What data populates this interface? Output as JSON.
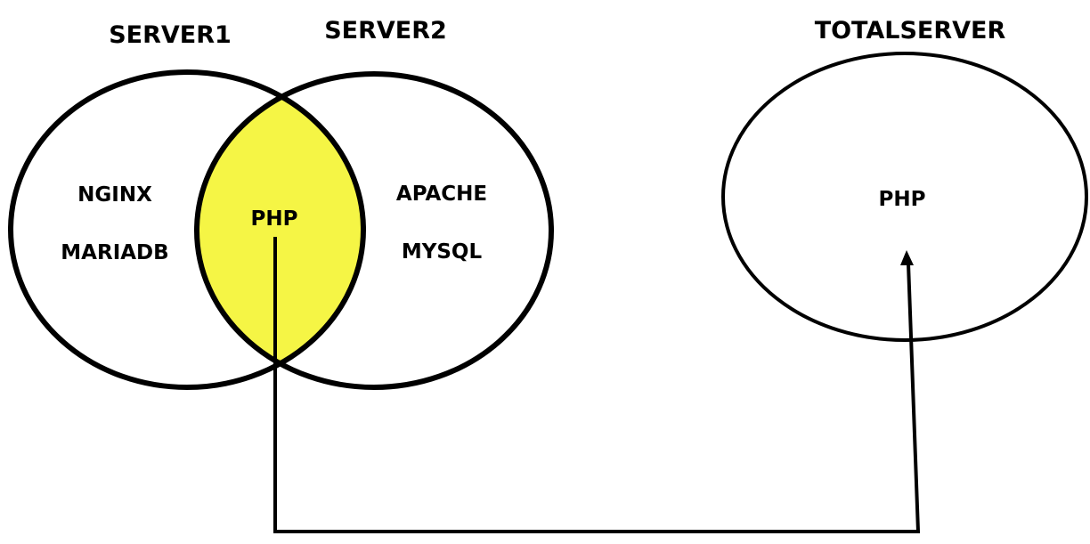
{
  "colors": {
    "stroke": "#000000",
    "intersection_fill": "#f5f545",
    "background": "#ffffff"
  },
  "server1": {
    "title": "SERVER1",
    "items": [
      "NGINX",
      "MARIADB"
    ]
  },
  "server2": {
    "title": "SERVER2",
    "items": [
      "APACHE",
      "MYSQL"
    ]
  },
  "intersection": {
    "label": "PHP"
  },
  "totalserver": {
    "title": "TOTALSERVER",
    "label": "PHP"
  }
}
